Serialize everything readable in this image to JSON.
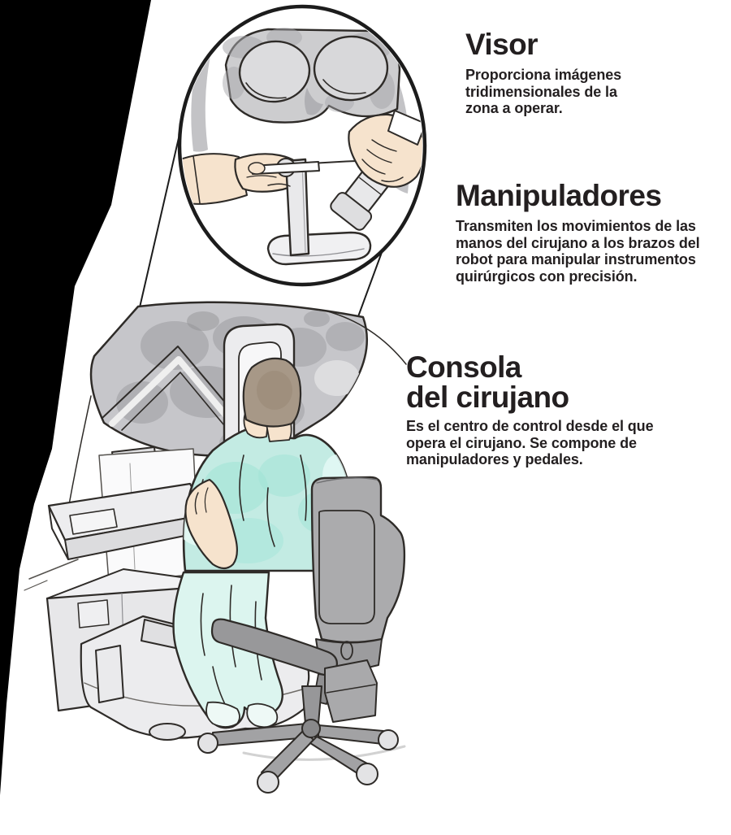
{
  "page": {
    "background_color": "#000000",
    "canvas_color": "#ffffff",
    "ink_color": "#231f20"
  },
  "callouts": [
    {
      "id": "visor",
      "title": "Visor",
      "description": "Proporciona imágenes tridimensionales de la zona a operar."
    },
    {
      "id": "manipuladores",
      "title": "Manipuladores",
      "description": "Transmiten los movimientos de las manos del cirujano a los brazos del robot para manipular instrumentos quirúrgicos con precisión."
    },
    {
      "id": "consola",
      "title_line1": "Consola",
      "title_line2": "del cirujano",
      "description": "Es el centro de control desde el que opera el cirujano. Se compone de manipuladores y pedales."
    }
  ],
  "illustration": {
    "scene": "Cirujano sentado en la consola quirúrgica; círculo de aumento muestra el visor y los manipuladores",
    "colors": {
      "scrubs": "#c3ebe3",
      "scrubs_light": "#dcf5ef",
      "skin": "#f6e3cd",
      "hair": "#a79887",
      "console_gray": "#c6c6ca",
      "console_light": "#e9e9eb",
      "chair_gray": "#ababad",
      "outline": "#2e2b28"
    }
  }
}
